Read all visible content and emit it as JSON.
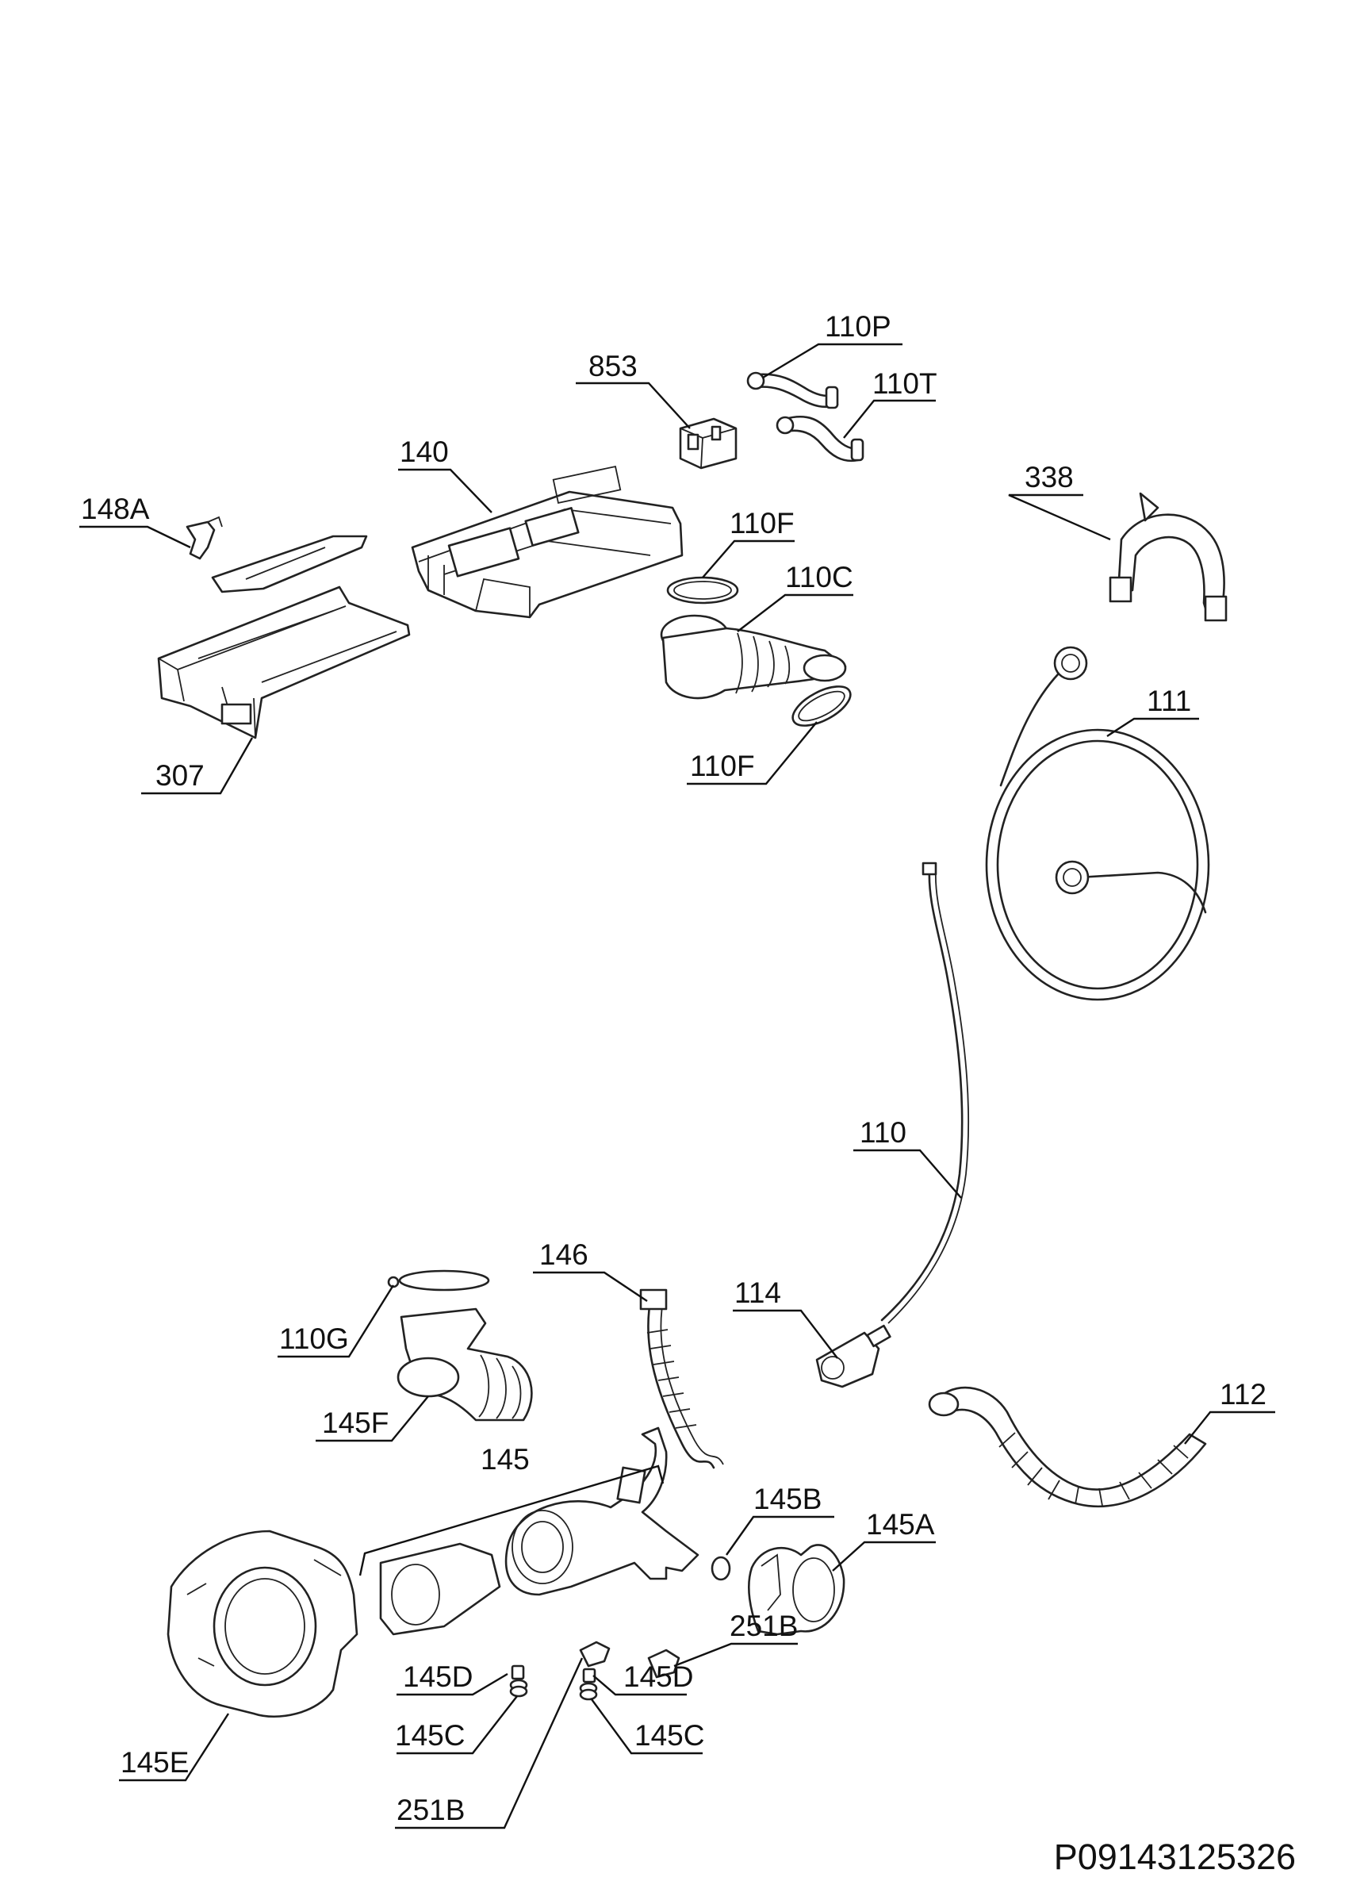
{
  "diagram": {
    "labels": {
      "l110P": "110P",
      "l110T": "110T",
      "l853": "853",
      "l140": "140",
      "l338": "338",
      "l148A": "148A",
      "l110F_top": "110F",
      "l110C": "110C",
      "l111": "111",
      "l307": "307",
      "l110F_bottom": "110F",
      "l110": "110",
      "l146": "146",
      "l114": "114",
      "l110G": "110G",
      "l112": "112",
      "l145F": "145F",
      "l145": "145",
      "l145B": "145B",
      "l145A": "145A",
      "l145D_left": "145D",
      "l145D_right": "145D",
      "l251B_right": "251B",
      "l145E": "145E",
      "l145C_left": "145C",
      "l145C_right": "145C",
      "l251B_bottom": "251B"
    },
    "drawing_code": "P09143125326"
  }
}
